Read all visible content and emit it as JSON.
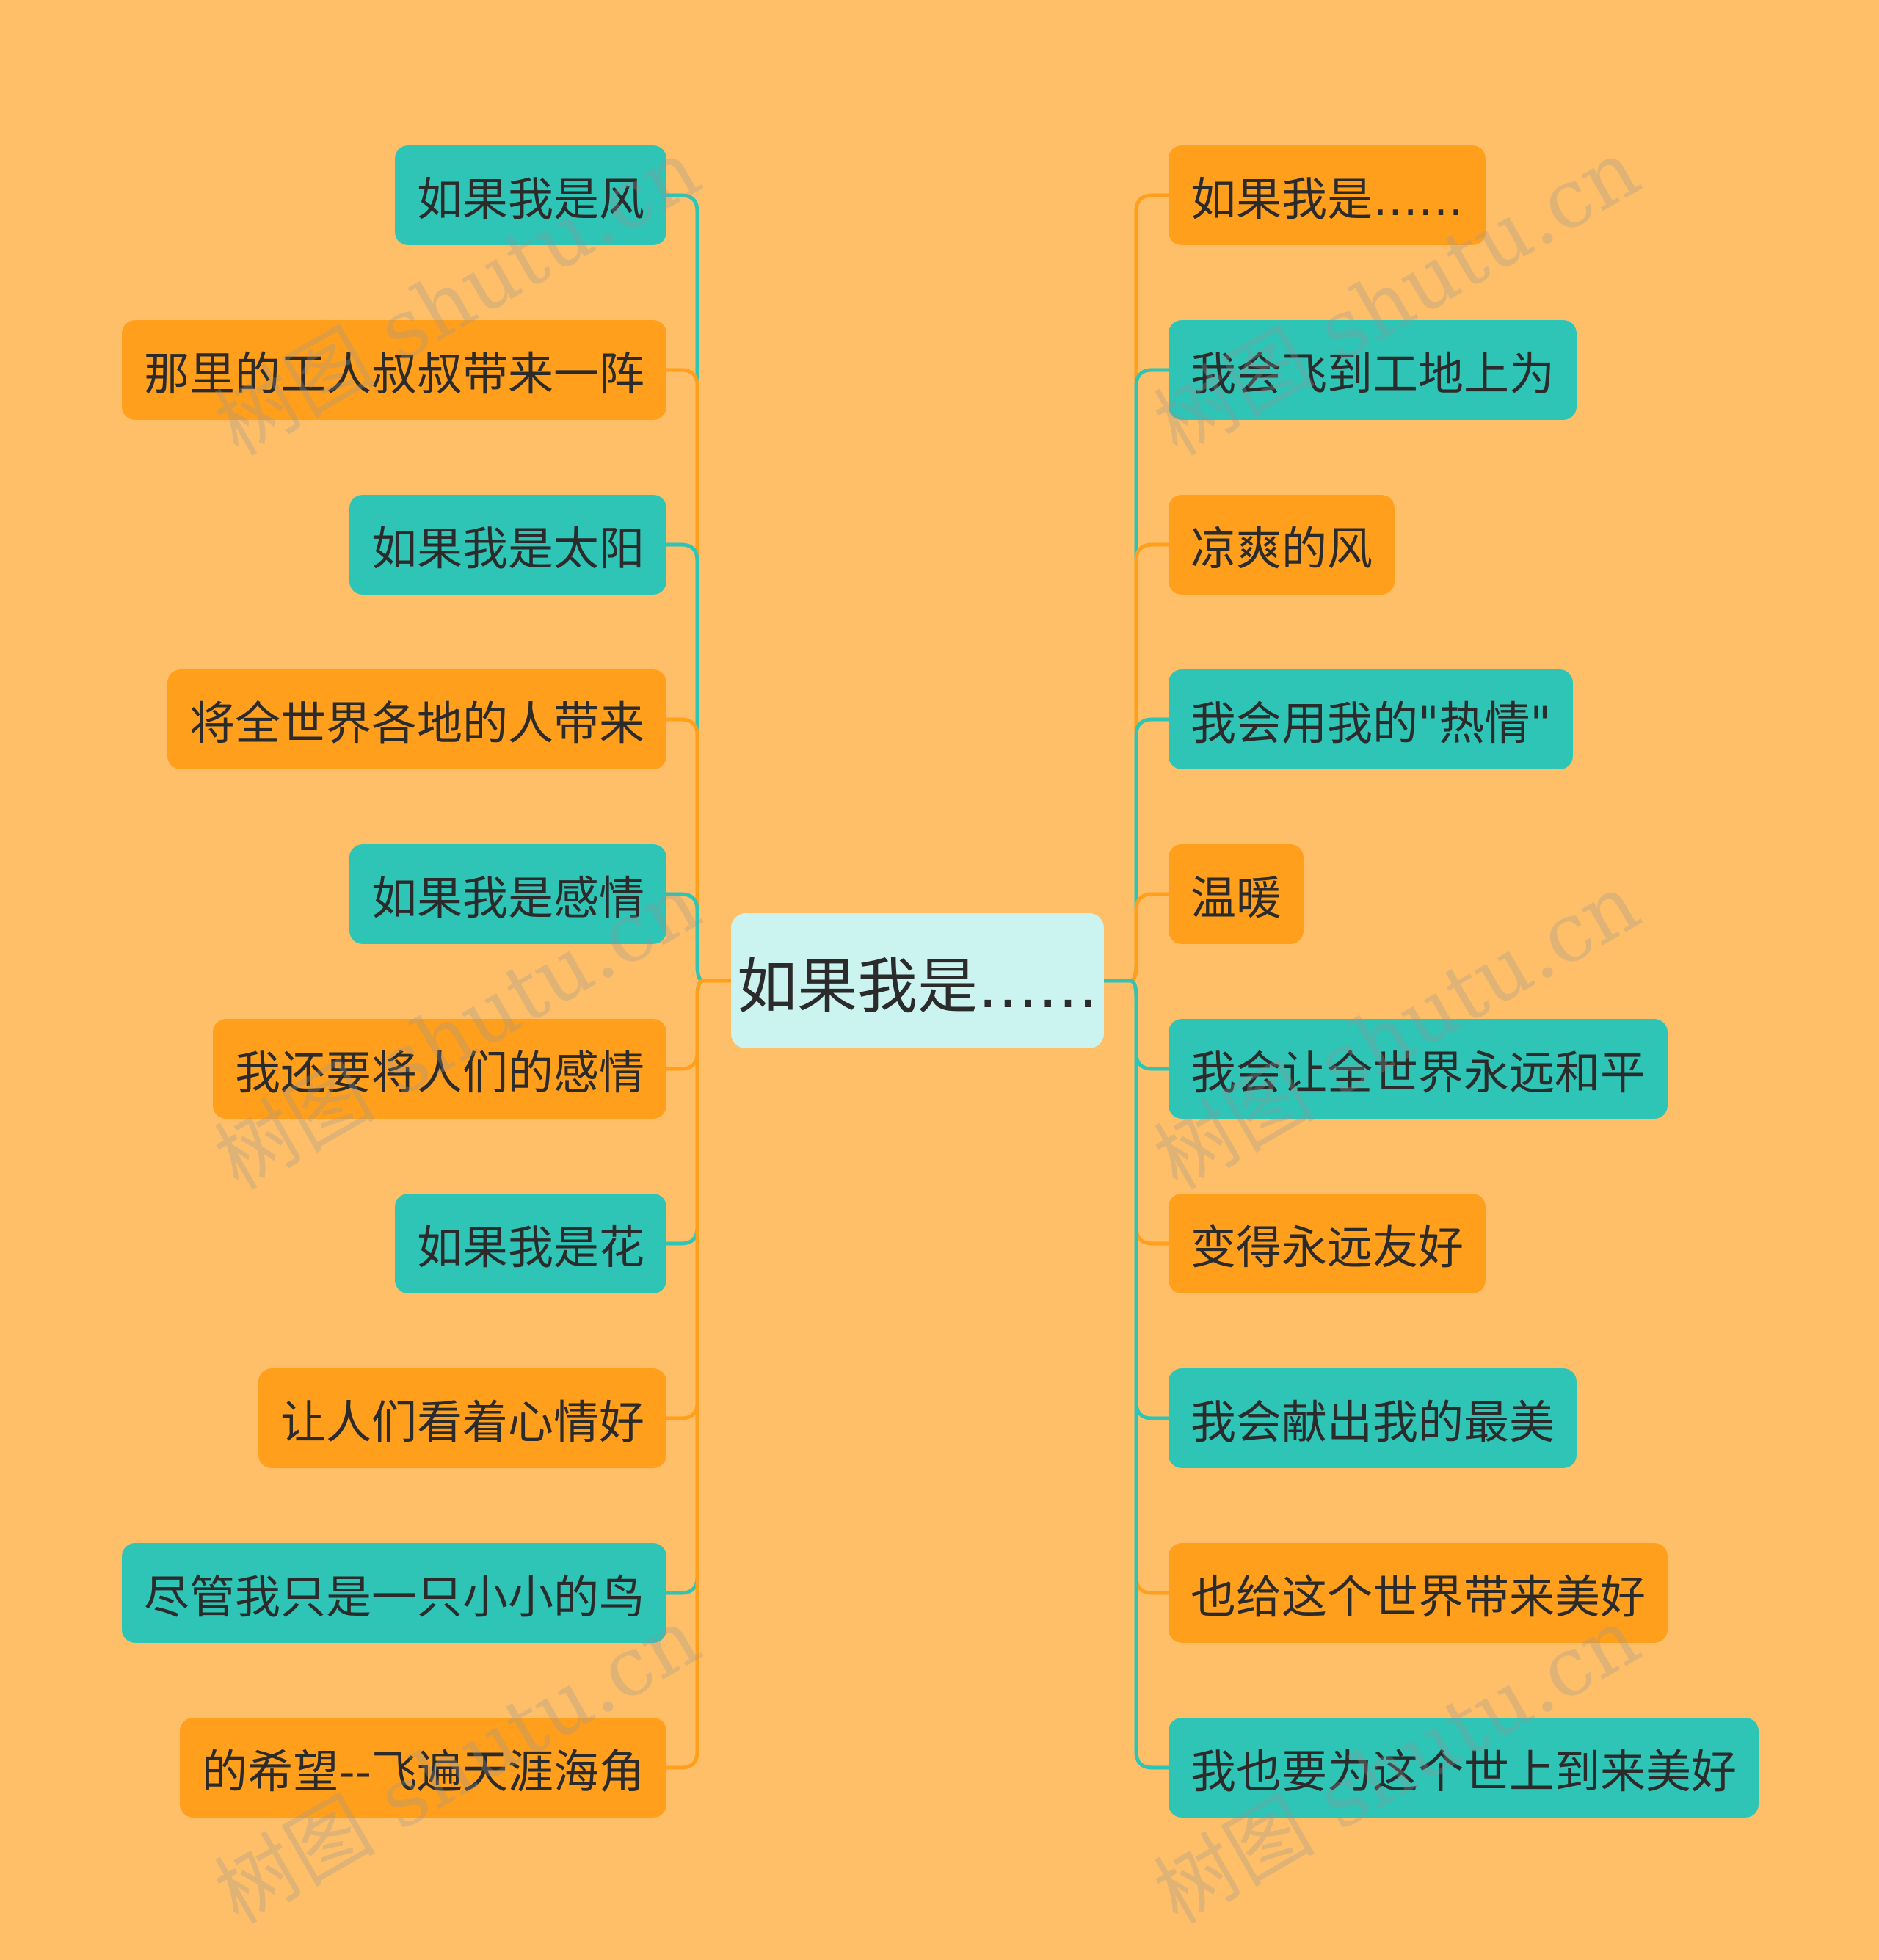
{
  "root": {
    "label": "如果我是……",
    "color": "#CBF3F0"
  },
  "left_children": [
    {
      "label": "如果我是风",
      "color": "teal"
    },
    {
      "label": "那里的工人叔叔带来一阵",
      "color": "orange"
    },
    {
      "label": "如果我是太阳",
      "color": "teal"
    },
    {
      "label": "将全世界各地的人带来",
      "color": "orange"
    },
    {
      "label": "如果我是感情",
      "color": "teal"
    },
    {
      "label": "我还要将人们的感情",
      "color": "orange"
    },
    {
      "label": "如果我是花",
      "color": "teal"
    },
    {
      "label": "让人们看着心情好",
      "color": "orange"
    },
    {
      "label": "尽管我只是一只小小的鸟",
      "color": "teal"
    },
    {
      "label": "的希望--飞遍天涯海角",
      "color": "orange"
    }
  ],
  "right_children": [
    {
      "label": "如果我是……",
      "color": "orange"
    },
    {
      "label": "我会飞到工地上为",
      "color": "teal"
    },
    {
      "label": "凉爽的风",
      "color": "orange"
    },
    {
      "label": "我会用我的\"热情\"",
      "color": "teal"
    },
    {
      "label": "温暖",
      "color": "orange"
    },
    {
      "label": "我会让全世界永远和平",
      "color": "teal"
    },
    {
      "label": "变得永远友好",
      "color": "orange"
    },
    {
      "label": "我会献出我的最美",
      "color": "teal"
    },
    {
      "label": "也给这个世界带来美好",
      "color": "orange"
    },
    {
      "label": "我也要为这个世上到来美好",
      "color": "teal"
    }
  ],
  "colors": {
    "background": "#FFBF69",
    "teal": "#2EC4B6",
    "orange": "#FF9F1C",
    "root": "#CBF3F0",
    "text": "#2B2B2B"
  },
  "watermark": {
    "text": "树图 shutu.cn"
  }
}
